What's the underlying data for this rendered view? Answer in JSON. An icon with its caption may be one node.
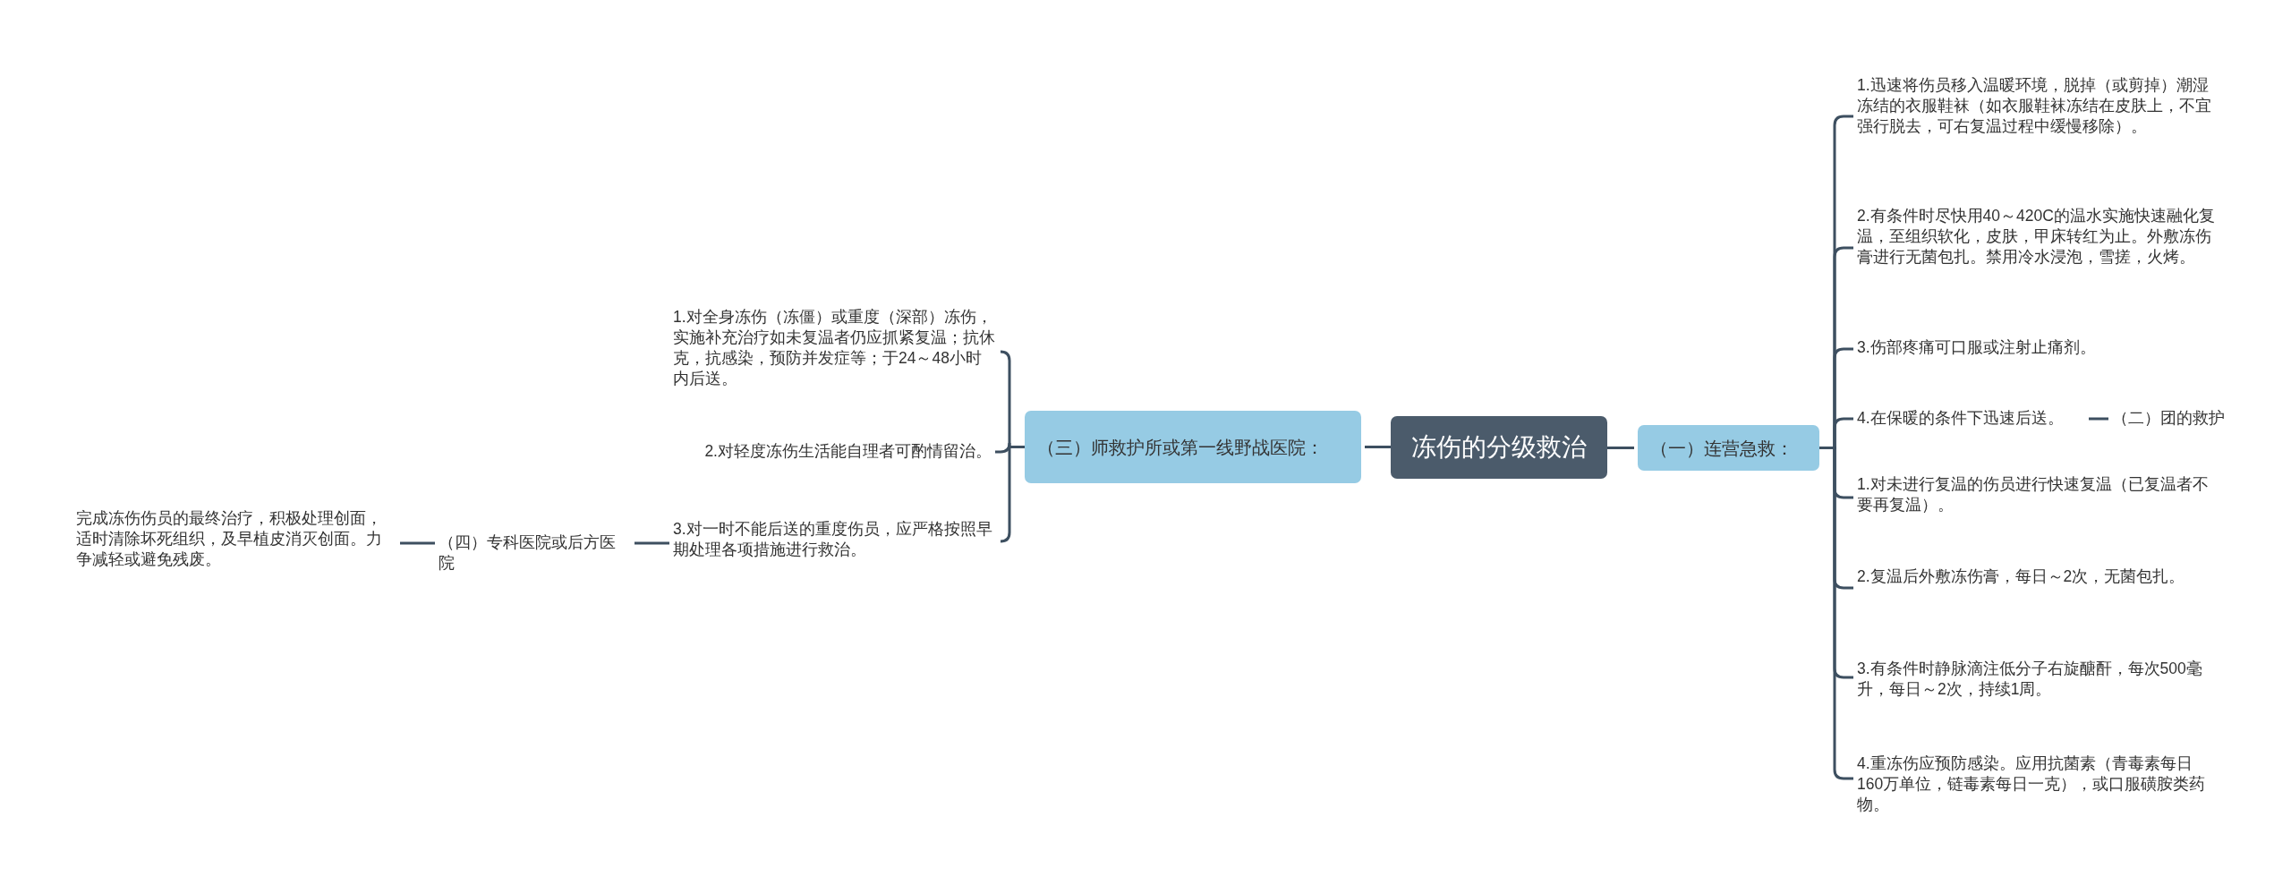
{
  "diagram": {
    "nodes": [
      {
        "text": [
          "冻伤的分级救治"
        ]
      },
      {
        "text": [
          "（三）师救护所或第一线野战医院："
        ]
      },
      {
        "text": [
          "1.对全身冻伤（冻僵）或重度（深部）冻伤，实施补充治疗如未复温者仍应抓紧复温；抗休克，抗感染，预防并发症等；于24～48小时内后送。"
        ]
      },
      {
        "text": [
          "2.对轻度冻伤生活能自理者可酌情留治。"
        ]
      },
      {
        "text": [
          "3.对一时不能后送的重度伤员，应严格按照早期处理各项措施进行救治。"
        ]
      },
      {
        "text": [
          "（四）专科医院或后方医院"
        ]
      },
      {
        "text": [
          "完成冻伤伤员的最终治疗，积极处理创面，适时清除坏死组织，及早植皮消灭创面。力争减轻或避免残废。"
        ]
      },
      {
        "text": [
          "（一）连营急救："
        ]
      },
      {
        "text": [
          "1.迅速将伤员移入温暖环境，脱掉（或剪掉）潮湿冻结的衣服鞋袜（如衣服鞋袜冻结在皮肤上，不宜强行脱去，可右复温过程中缓慢移除）。"
        ]
      },
      {
        "text": [
          "2.有条件时尽快用40～420C的温水实施快速融化复温，至组织软化，皮肤，甲床转红为止。外敷冻伤膏进行无菌包扎。禁用冷水浸泡，雪搓，火烤。"
        ]
      },
      {
        "text": [
          "3.伤部疼痛可口服或注射止痛剂。"
        ]
      },
      {
        "text": [
          "4.在保暖的条件下迅速后送。"
        ]
      },
      {
        "text": [
          "（二）团的救护"
        ]
      },
      {
        "text": [
          "1.对未进行复温的伤员进行快速复温（已复温者不要再复温）。"
        ]
      },
      {
        "text": [
          "2.复温后外敷冻伤膏，每日～2次，无菌包扎。"
        ]
      },
      {
        "text": [
          "3.有条件时静脉滴注低分子右旋醣酐，每次500毫升，每日～2次，持续1周。"
        ]
      },
      {
        "text": [
          "4.重冻伤应预防感染。应用抗菌素（青毒素每日160万单位，链毒素每日一克），或口服磺胺类药物。"
        ]
      }
    ],
    "edges": [
      {
        "from": 0,
        "to": 1,
        "arrow": "none"
      },
      {
        "from": 1,
        "to": 2,
        "arrow": "none"
      },
      {
        "from": 1,
        "to": 3,
        "arrow": "none"
      },
      {
        "from": 1,
        "to": 4,
        "arrow": "none"
      },
      {
        "from": 4,
        "to": 5,
        "arrow": "none"
      },
      {
        "from": 5,
        "to": 6,
        "arrow": "none"
      },
      {
        "from": 0,
        "to": 7,
        "arrow": "none"
      },
      {
        "from": 7,
        "to": 8,
        "arrow": "none"
      },
      {
        "from": 7,
        "to": 9,
        "arrow": "none"
      },
      {
        "from": 7,
        "to": 10,
        "arrow": "none"
      },
      {
        "from": 7,
        "to": 11,
        "arrow": "none"
      },
      {
        "from": 11,
        "to": 12,
        "arrow": "none"
      },
      {
        "from": 7,
        "to": 13,
        "arrow": "none"
      },
      {
        "from": 7,
        "to": 14,
        "arrow": "none"
      },
      {
        "from": 7,
        "to": 15,
        "arrow": "none"
      },
      {
        "from": 7,
        "to": 16,
        "arrow": "none"
      }
    ]
  }
}
